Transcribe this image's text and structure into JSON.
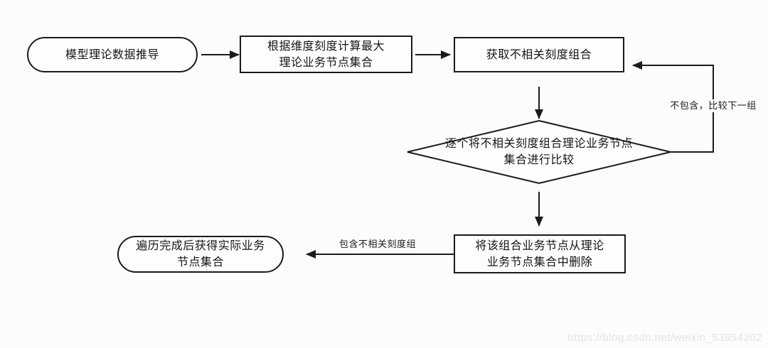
{
  "colors": {
    "ink": "#1b1b1b",
    "background": "#fcfcfc",
    "node_fill": "#fdfdfd",
    "watermark_text": "#e3e3e3"
  },
  "flowchart": {
    "nodes": {
      "start": {
        "shape": "stadium",
        "lines": [
          "模型理论数据推导"
        ]
      },
      "calc": {
        "shape": "process",
        "lines": [
          "根据维度刻度计算最大",
          "理论业务节点集合"
        ]
      },
      "get": {
        "shape": "process",
        "lines": [
          "获取不相关刻度组合"
        ]
      },
      "compare": {
        "shape": "decision",
        "lines": [
          "逐个将不相关刻度组合理论业务节点",
          "集合进行比较"
        ]
      },
      "delete": {
        "shape": "process",
        "lines": [
          "将该组合业务节点从理论",
          "业务节点集合中删除"
        ]
      },
      "result": {
        "shape": "stadium",
        "lines": [
          "遍历完成后获得实际业务",
          "节点集合"
        ]
      }
    },
    "edge_labels": {
      "loop_no": "不包含，比较下一组",
      "branch_yes": "包含不相关刻度组"
    },
    "watermark": "https://blog.csdn.net/weixin_53954202"
  }
}
